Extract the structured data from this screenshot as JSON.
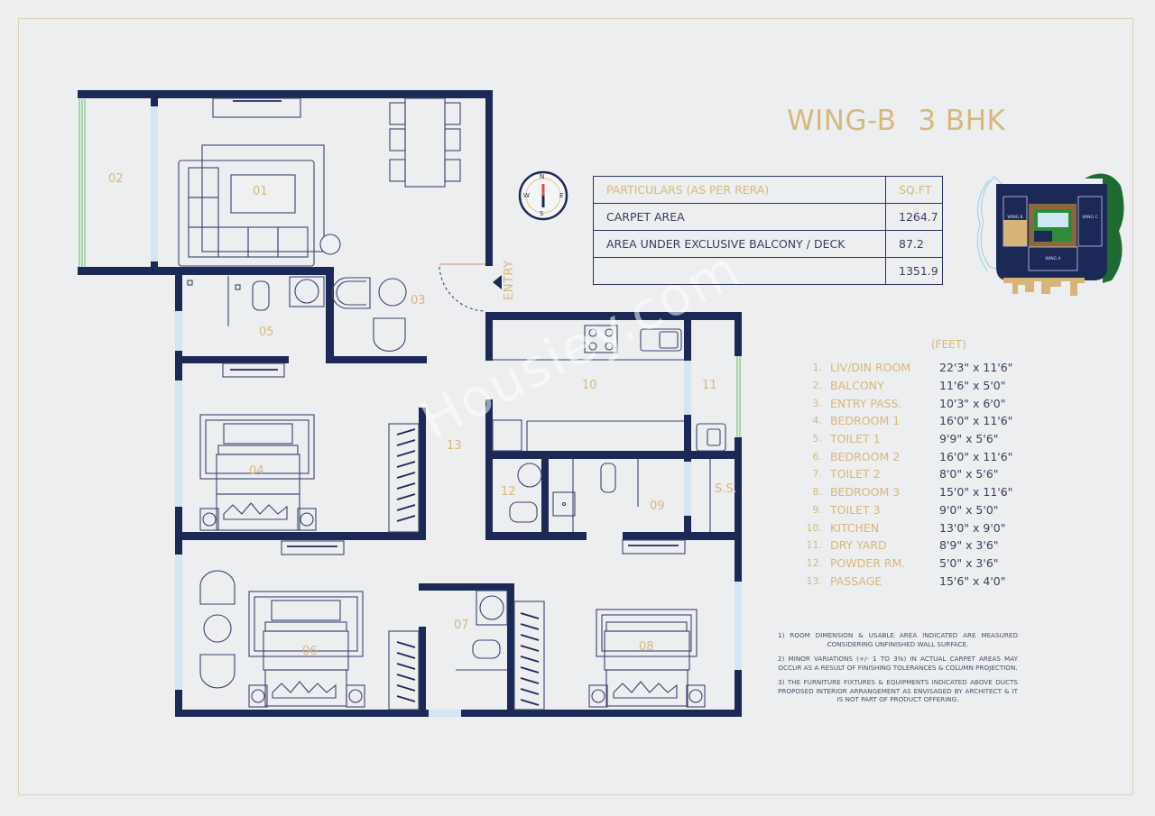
{
  "header": {
    "wing": "WING-B",
    "type": "3 BHK"
  },
  "area_table": {
    "headers": [
      "PARTICULARS (AS PER RERA)",
      "SQ.FT"
    ],
    "rows": [
      {
        "label": "CARPET AREA",
        "value": "1264.7"
      },
      {
        "label": "AREA UNDER EXCLUSIVE BALCONY / DECK",
        "value": "87.2"
      },
      {
        "label": "",
        "value": "1351.9"
      }
    ]
  },
  "rooms_legend": {
    "unit_label": "(FEET)",
    "rooms": [
      {
        "num": "1.",
        "name": "LIV/DIN ROOM",
        "dim": "22'3\" x 11'6\""
      },
      {
        "num": "2.",
        "name": "BALCONY",
        "dim": "11'6\" x 5'0\""
      },
      {
        "num": "3.",
        "name": "ENTRY PASS.",
        "dim": "10'3\" x 6'0\""
      },
      {
        "num": "4.",
        "name": "BEDROOM 1",
        "dim": "16'0\" x 11'6\""
      },
      {
        "num": "5.",
        "name": "TOILET 1",
        "dim": "9'9\" x 5'6\""
      },
      {
        "num": "6.",
        "name": "BEDROOM 2",
        "dim": "16'0\" x 11'6\""
      },
      {
        "num": "7.",
        "name": "TOILET 2",
        "dim": "8'0\" x 5'6\""
      },
      {
        "num": "8.",
        "name": "BEDROOM 3",
        "dim": "15'0\" x 11'6\""
      },
      {
        "num": "9.",
        "name": "TOILET 3",
        "dim": "9'0\" x 5'0\""
      },
      {
        "num": "10.",
        "name": "KITCHEN",
        "dim": "13'0\" x 9'0\""
      },
      {
        "num": "11.",
        "name": "DRY YARD",
        "dim": "8'9\" x 3'6\""
      },
      {
        "num": "12.",
        "name": "POWDER RM.",
        "dim": "5'0\" x 3'6\""
      },
      {
        "num": "13.",
        "name": "PASSAGE",
        "dim": "15'6\" x 4'0\""
      }
    ]
  },
  "notes": [
    "1) ROOM DIMENSION & USABLE AREA INDICATED ARE MEASURED CONSIDERING UNFINISHED WALL SURFACE.",
    "2) MINOR VARIATIONS (+/- 1 TO 3%) IN ACTUAL CARPET AREAS MAY OCCUR AS A RESULT OF FINISHING TOLERANCES & COLUMN PROJECTION.",
    "3) THE FURNITURE FIXTURES & EQUIPMENTS INDICATED ABOVE DUCTS PROPOSED INTERIOR ARRANGEMENT AS ENVISAGED BY ARCHITECT & IT IS NOT PART OF PRODUCT OFFERING."
  ],
  "plan_labels": {
    "r01": "01",
    "r02": "02",
    "r03": "03",
    "r04": "04",
    "r05": "05",
    "r06": "06",
    "r07": "07",
    "r08": "08",
    "r09": "09",
    "r10": "10",
    "r11": "11",
    "r12": "12",
    "r13": "13",
    "ss": "S.S.",
    "entry": "ENTRY"
  },
  "compass": {
    "n": "N",
    "s": "S",
    "e": "E",
    "w": "W"
  },
  "site_map": {
    "wing_a": "WING A",
    "wing_b": "WING B",
    "wing_c": "WING C"
  },
  "watermark": "Housiey.com",
  "colors": {
    "wall": "#1c2957",
    "accent_gold": "#d8b87a",
    "text_dark": "#3a3f5c",
    "background": "#eceef0",
    "window": "#cfe3f2",
    "balcony_rail": "#7fc27a",
    "green_area": "#1e6b32"
  }
}
